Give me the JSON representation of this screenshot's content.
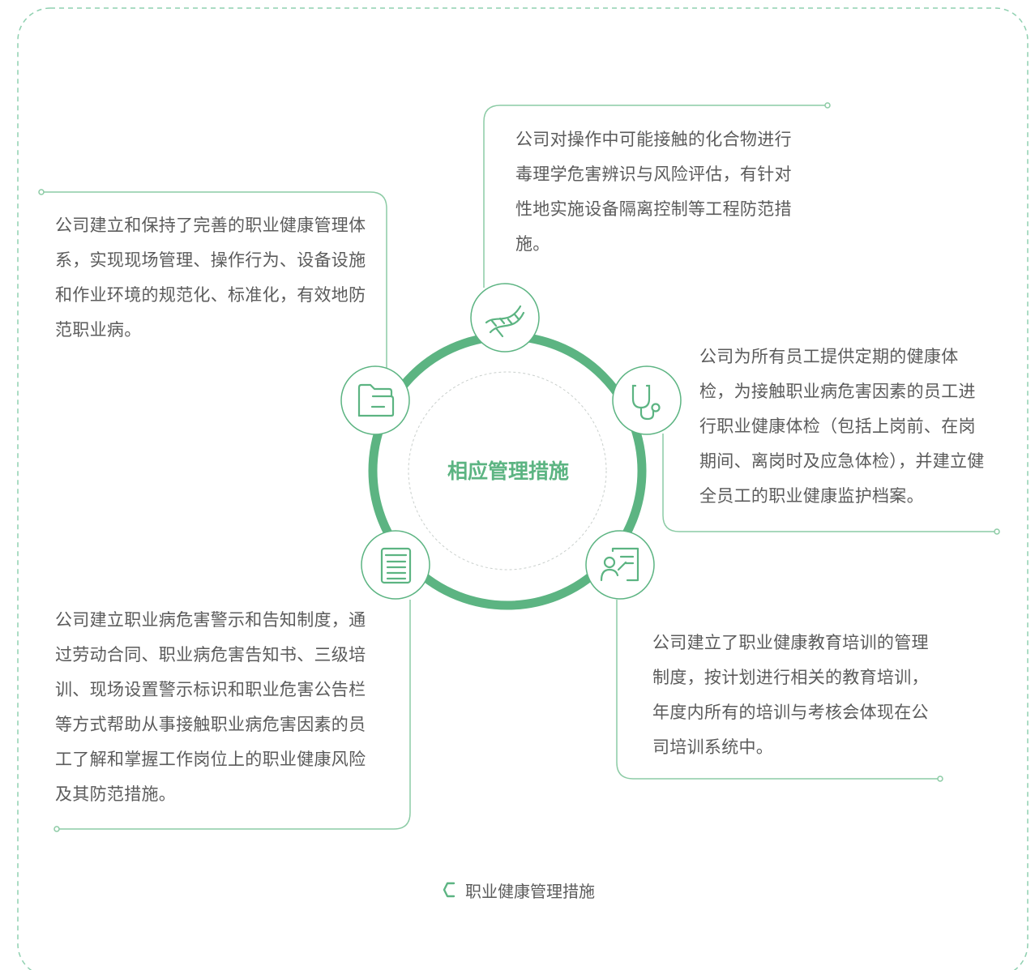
{
  "center": {
    "title": "相应管理措施"
  },
  "measures": [
    {
      "icon": "dna-icon",
      "text": "公司对操作中可能接触的化合物进行毒理学危害辨识与风险评估，有针对性地实施设备隔离控制等工程防范措施。"
    },
    {
      "icon": "folder-icon",
      "text": "公司建立和保持了完善的职业健康管理体系，实现现场管理、操作行为、设备设施和作业环境的规范化、标准化，有效地防范职业病。"
    },
    {
      "icon": "stethoscope-icon",
      "text": "公司为所有员工提供定期的健康体检，为接触职业病危害因素的员工进行职业健康体检（包括上岗前、在岗期间、离岗时及应急体检），并建立健全员工的职业健康监护档案。"
    },
    {
      "icon": "document-list-icon",
      "text": "公司建立职业病危害警示和告知制度，通过劳动合同、职业病危害告知书、三级培训、现场设置警示标识和职业危害公告栏等方式帮助从事接触职业病危害因素的员工了解和掌握工作岗位上的职业健康风险及其防范措施。"
    },
    {
      "icon": "trainer-board-icon",
      "text": "公司建立了职业健康教育培训的管理制度，按计划进行相关的教育培训，年度内所有的培训与考核会体现在公司培训系统中。"
    }
  ],
  "caption": {
    "text": "职业健康管理措施",
    "icon": "caption-bracket-icon"
  },
  "colors": {
    "accent": "#5cb482",
    "line": "#8ccba5",
    "text": "#5b5b5b",
    "border_dash": "#8fd0b0"
  }
}
